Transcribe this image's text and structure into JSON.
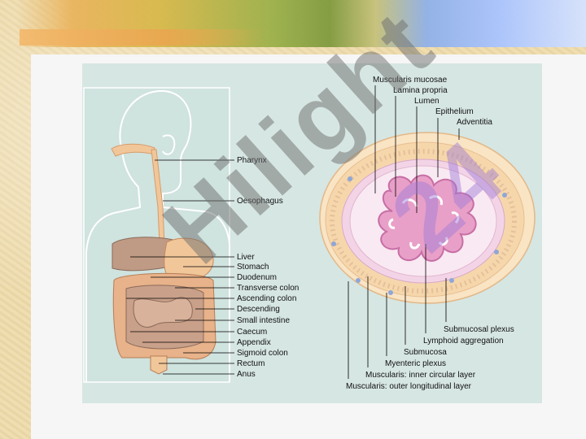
{
  "left_labels": {
    "pharynx": "Pharynx",
    "oesophagus": "Oesophagus",
    "liver": "Liver",
    "stomach": "Stomach",
    "duodenum": "Duodenum",
    "transverse_colon": "Transverse colon",
    "ascending_colon": "Ascending colon",
    "descending": "Descending",
    "small_intestine": "Small intestine",
    "caecum": "Caecum",
    "appendix": "Appendix",
    "sigmoid_colon": "Sigmoid colon",
    "rectum": "Rectum",
    "anus": "Anus"
  },
  "right_top_labels": {
    "muscularis_mucosae": "Muscularis mucosae",
    "lamina_propria": "Lamina propria",
    "lumen": "Lumen",
    "epithelium": "Epithelium",
    "adventitia": "Adventitia"
  },
  "right_bottom_labels": {
    "submucosal_plexus": "Submucosal plexus",
    "lymphoid_aggregation": "Lymphoid aggregation",
    "submucosa": "Submucosa",
    "myenteric_plexus": "Myenteric plexus",
    "muscularis_inner": "Muscularis: inner circular layer",
    "muscularis_outer": "Muscularis: outer longitudinal layer"
  },
  "watermark": {
    "text_main": "Hilight",
    "text_digits": "24"
  },
  "colors": {
    "panel_bg": "#d6e6e3",
    "body_outline": "#ffffff",
    "organ_tan": "#f1c79a",
    "organ_brown": "#bf9a84",
    "lumen_pink": "#e8a0c8",
    "mucosa_pink": "#f5cde2",
    "muscle_layer": "#f6d7ac",
    "watermark_gray": "#6e6e6e",
    "watermark_purple": "#9b78d7"
  }
}
